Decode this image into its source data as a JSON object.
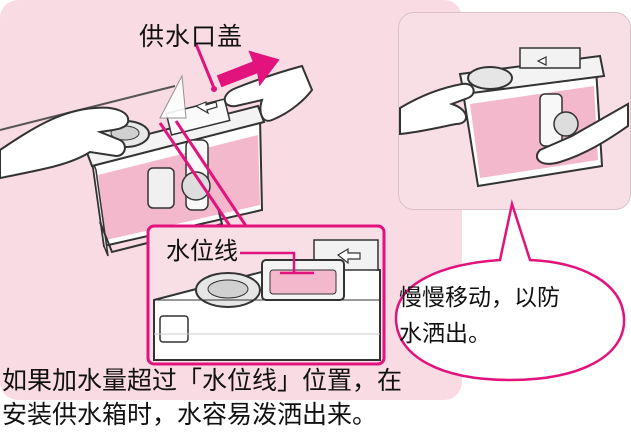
{
  "labels": {
    "cover": "供水口盖",
    "water_line": "水位线"
  },
  "callout": {
    "line1": "慢慢移动，以防",
    "line2": "水洒出。"
  },
  "caption": {
    "line1": "如果加水量超过「水位线」位置，在",
    "line2": "安装供水箱时，水容易泼洒出来。"
  },
  "colors": {
    "accent": "#e2137d",
    "panel": "#f9dbe3",
    "tank_water": "#f4b8cc"
  },
  "icons": [
    "arrow-right-icon",
    "hand-icon",
    "water-tank-icon"
  ]
}
